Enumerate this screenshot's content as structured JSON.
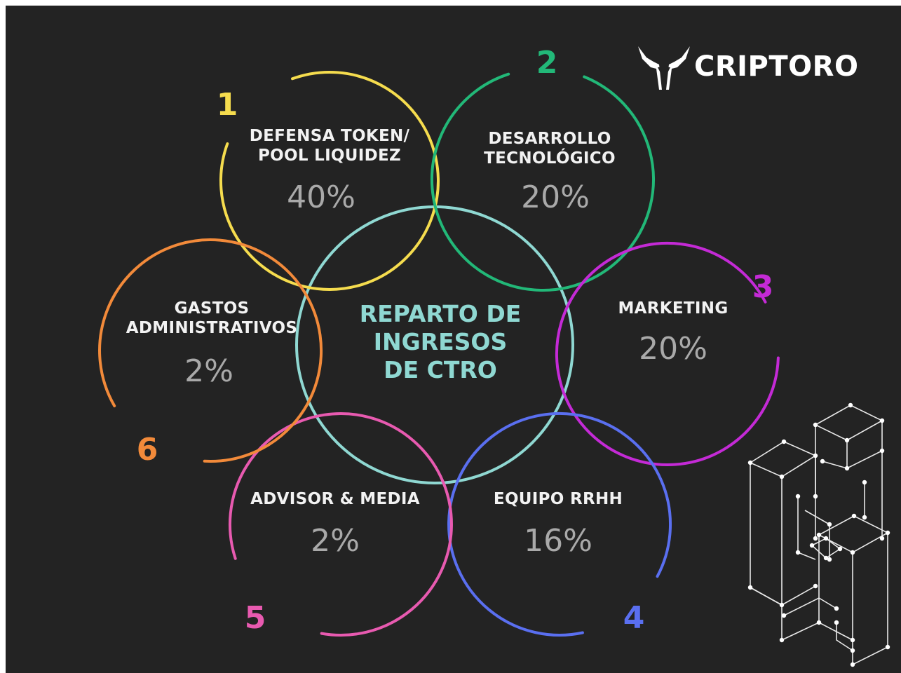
{
  "brand": {
    "name": "CRIPTORO",
    "logo_icon": "bull-head-icon"
  },
  "center": {
    "title_lines": [
      "REPARTO DE",
      "INGRESOS",
      "DE CTRO"
    ],
    "color": "#8fd8d2"
  },
  "segments": [
    {
      "number": "1",
      "label_lines": [
        "DEFENSA TOKEN/",
        "POOL LIQUIDEZ"
      ],
      "value": "40%",
      "color": "#f5dc4e"
    },
    {
      "number": "2",
      "label_lines": [
        "DESARROLLO",
        "TECNOLÓGICO"
      ],
      "value": "20%",
      "color": "#22b878"
    },
    {
      "number": "3",
      "label_lines": [
        "MARKETING"
      ],
      "value": "20%",
      "color": "#c42ad6"
    },
    {
      "number": "4",
      "label_lines": [
        "EQUIPO RRHH"
      ],
      "value": "16%",
      "color": "#5a6ff0"
    },
    {
      "number": "5",
      "label_lines": [
        "ADVISOR & MEDIA"
      ],
      "value": "2%",
      "color": "#e85ab0"
    },
    {
      "number": "6",
      "label_lines": [
        "GASTOS",
        "ADMINISTRATIVOS"
      ],
      "value": "2%",
      "color": "#f28a3a"
    }
  ],
  "decoration": {
    "icon": "blockchain-wireframe-icon"
  }
}
